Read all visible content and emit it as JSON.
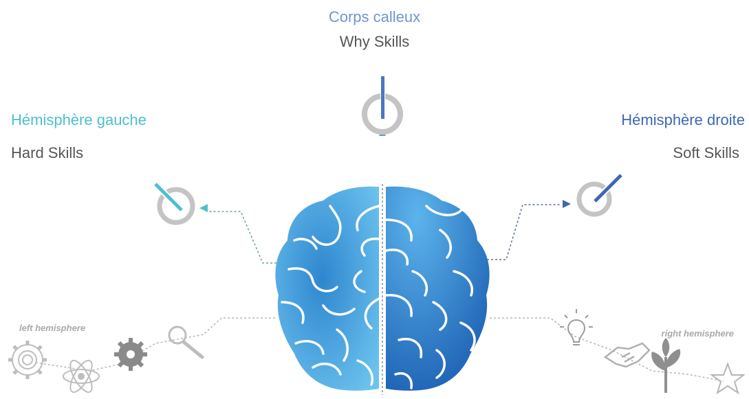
{
  "labels": {
    "corps_calleux": "Corps calleux",
    "why_skills": "Why Skills",
    "left_title": "Hémisphère gauche",
    "left_sub": "Hard Skills",
    "right_title": "Hémisphère droite",
    "right_sub": "Soft Skills",
    "left_hemisphere": "left hemisphere",
    "right_hemisphere": "right hemisphere"
  },
  "colors": {
    "teal": "#4cc0cc",
    "blue": "#3f67b0",
    "mid_blue": "#6e96d3",
    "brain_left": "#5ab4e6",
    "brain_right": "#2f7fca",
    "gray_icon": "#bdbdbd",
    "text_gray": "#555555"
  },
  "icons": {
    "left_bottom": [
      "gear-icon",
      "atom-icon",
      "cog-icon",
      "magnifier-icon"
    ],
    "right_bottom": [
      "lightbulb-icon",
      "handshake-icon",
      "plant-icon",
      "star-icon"
    ],
    "gauges": [
      "left-gauge-icon",
      "top-gauge-icon",
      "right-gauge-icon"
    ]
  }
}
